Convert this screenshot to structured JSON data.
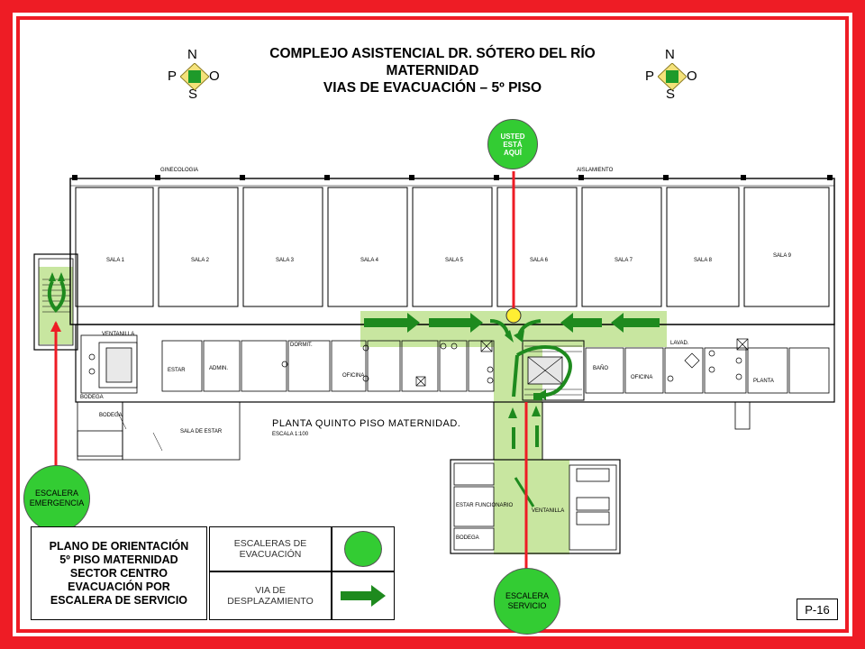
{
  "title": {
    "line1": "COMPLEJO ASISTENCIAL DR. SÓTERO DEL RÍO",
    "line2": "MATERNIDAD",
    "line3": "VIAS DE EVACUACIÓN – 5º PISO"
  },
  "compass": {
    "n": "N",
    "s": "S",
    "p": "P",
    "o": "O"
  },
  "plan": {
    "title": "PLANTA QUINTO PISO MATERNIDAD.",
    "scale": "ESCALA 1:100",
    "wing_left": "GINECOLOGIA",
    "wing_right": "AISLAMIENTO"
  },
  "markers": {
    "you_here": [
      "USTED",
      "ESTÁ",
      "AQUÍ"
    ],
    "emergency_stair": [
      "ESCALERA",
      "EMERGENCIA"
    ],
    "service_stair": [
      "ESCALERA",
      "SERVICIO"
    ]
  },
  "legend": {
    "box_lines": [
      "PLANO DE ORIENTACIÓN",
      "5º PISO MATERNIDAD",
      "SECTOR CENTRO",
      "EVACUACIÓN POR",
      "ESCALERA DE SERVICIO"
    ],
    "stairs_label": "ESCALERAS DE EVACUACIÓN",
    "route_label": "VIA DE DESPLAZAMIENTO"
  },
  "code": "P-16",
  "colors": {
    "frame": "#ee1c25",
    "arrow": "#1e8a1e",
    "zone": "#c8e6a0",
    "circle": "#33cc33",
    "route_line": "#ee1c25"
  }
}
